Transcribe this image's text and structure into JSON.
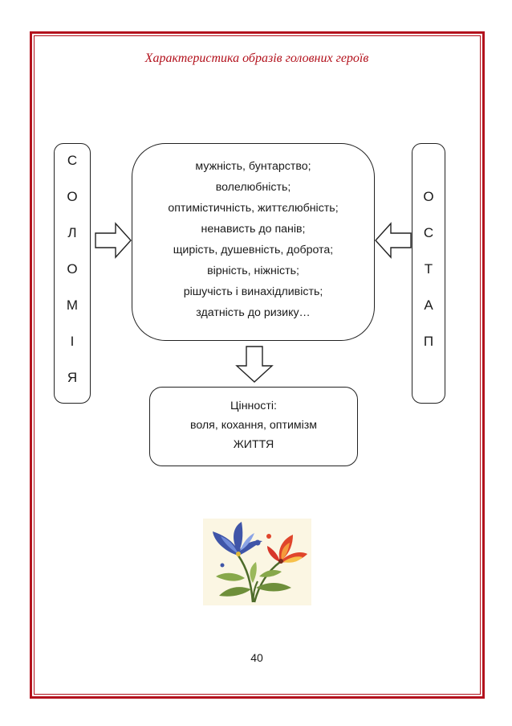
{
  "page": {
    "title": "Характеристика образів головних героїв",
    "page_number": "40"
  },
  "left_column": {
    "letters": [
      "С",
      "О",
      "Л",
      "О",
      "М",
      "І",
      "Я"
    ]
  },
  "right_column": {
    "letters": [
      "О",
      "С",
      "Т",
      "А",
      "П"
    ]
  },
  "traits": {
    "lines": [
      "мужність, бунтарство;",
      "волелюбність;",
      "оптимістичність, життєлюбність;",
      "ненависть до панів;",
      "щирість, душевність, доброта;",
      "вірність, ніжність;",
      "рішучість і винахідливість;",
      "здатність до ризику…"
    ]
  },
  "values": {
    "heading": "Цінності:",
    "items": "воля, кохання, оптимізм",
    "footer": "ЖИТТЯ"
  },
  "colors": {
    "frame": "#b3121d",
    "title": "#b3121d",
    "box_border": "#222222"
  },
  "icons": [
    "right-arrow-icon",
    "left-arrow-icon",
    "down-arrow-icon",
    "floral-ornament-icon"
  ]
}
